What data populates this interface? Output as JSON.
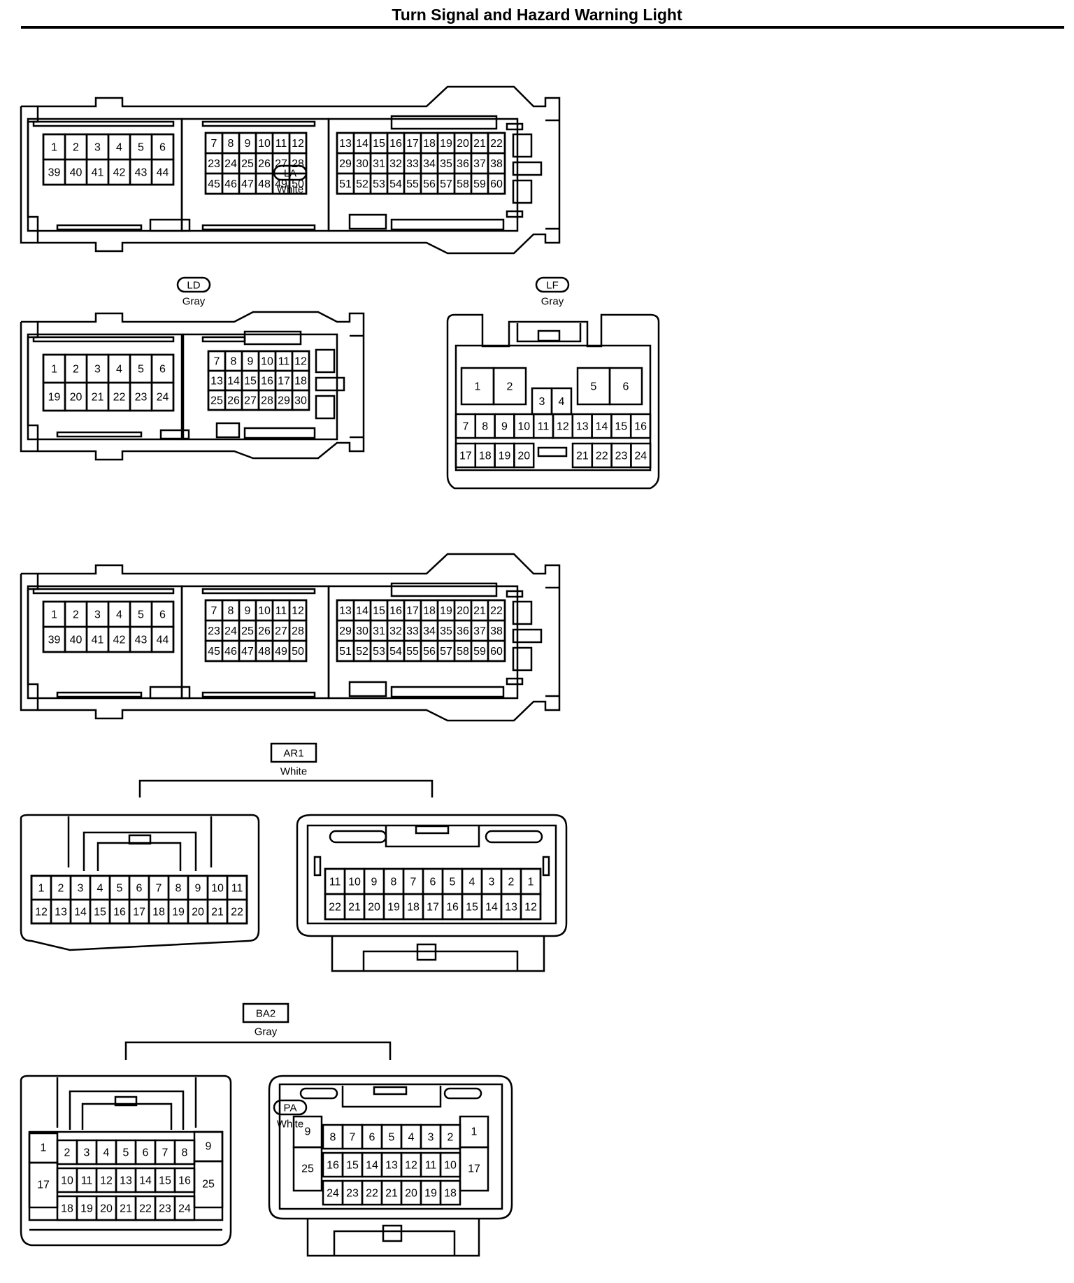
{
  "page": {
    "title": "Turn Signal and Hazard Warning Light"
  },
  "connectors": {
    "LA": {
      "code": "LA",
      "color": "White"
    },
    "LD": {
      "code": "LD",
      "color": "Gray"
    },
    "LF": {
      "code": "LF",
      "color": "Gray"
    },
    "PA": {
      "code": "PA",
      "color": "White"
    },
    "AR1": {
      "code": "AR1",
      "color": "White"
    },
    "BA2": {
      "code": "BA2",
      "color": "Gray"
    }
  },
  "pin_rows": {
    "la_pa_left": [
      [
        "1",
        "2",
        "3",
        "4",
        "5",
        "6"
      ],
      [
        "39",
        "40",
        "41",
        "42",
        "43",
        "44"
      ]
    ],
    "la_pa_mid": [
      [
        "7",
        "8",
        "9",
        "10",
        "11",
        "12"
      ],
      [
        "23",
        "24",
        "25",
        "26",
        "27",
        "28"
      ],
      [
        "45",
        "46",
        "47",
        "48",
        "49",
        "50"
      ]
    ],
    "la_pa_right": [
      [
        "13",
        "14",
        "15",
        "16",
        "17",
        "18",
        "19",
        "20",
        "21",
        "22"
      ],
      [
        "29",
        "30",
        "31",
        "32",
        "33",
        "34",
        "35",
        "36",
        "37",
        "38"
      ],
      [
        "51",
        "52",
        "53",
        "54",
        "55",
        "56",
        "57",
        "58",
        "59",
        "60"
      ]
    ],
    "ld_left": [
      [
        "1",
        "2",
        "3",
        "4",
        "5",
        "6"
      ],
      [
        "19",
        "20",
        "21",
        "22",
        "23",
        "24"
      ]
    ],
    "ld_right": [
      [
        "7",
        "8",
        "9",
        "10",
        "11",
        "12"
      ],
      [
        "13",
        "14",
        "15",
        "16",
        "17",
        "18"
      ],
      [
        "25",
        "26",
        "27",
        "28",
        "29",
        "30"
      ]
    ],
    "lf_big": [
      "1",
      "2",
      "5",
      "6"
    ],
    "lf_mid": [
      "3",
      "4"
    ],
    "lf_row2": [
      "7",
      "8",
      "9",
      "10",
      "11",
      "12",
      "13",
      "14",
      "15",
      "16"
    ],
    "lf_row3_left": [
      "17",
      "18",
      "19",
      "20"
    ],
    "lf_row3_right": [
      "21",
      "22",
      "23",
      "24"
    ],
    "ar1_male": [
      [
        "1",
        "2",
        "3",
        "4",
        "5",
        "6",
        "7",
        "8",
        "9",
        "10",
        "11"
      ],
      [
        "12",
        "13",
        "14",
        "15",
        "16",
        "17",
        "18",
        "19",
        "20",
        "21",
        "22"
      ]
    ],
    "ar1_female": [
      [
        "11",
        "10",
        "9",
        "8",
        "7",
        "6",
        "5",
        "4",
        "3",
        "2",
        "1"
      ],
      [
        "22",
        "21",
        "20",
        "19",
        "18",
        "17",
        "16",
        "15",
        "14",
        "13",
        "12"
      ]
    ],
    "ba2_male_top": [
      "2",
      "3",
      "4",
      "5",
      "6",
      "7",
      "8"
    ],
    "ba2_male_mid": [
      "10",
      "11",
      "12",
      "13",
      "14",
      "15",
      "16"
    ],
    "ba2_male_bot": [
      "18",
      "19",
      "20",
      "21",
      "22",
      "23",
      "24"
    ],
    "ba2_male_side": [
      "1",
      "17",
      "9",
      "25"
    ],
    "ba2_female_top": [
      "8",
      "7",
      "6",
      "5",
      "4",
      "3",
      "2"
    ],
    "ba2_female_mid": [
      "16",
      "15",
      "14",
      "13",
      "12",
      "11",
      "10"
    ],
    "ba2_female_bot": [
      "24",
      "23",
      "22",
      "21",
      "20",
      "19",
      "18"
    ],
    "ba2_female_side": [
      "9",
      "25",
      "1",
      "17"
    ]
  }
}
